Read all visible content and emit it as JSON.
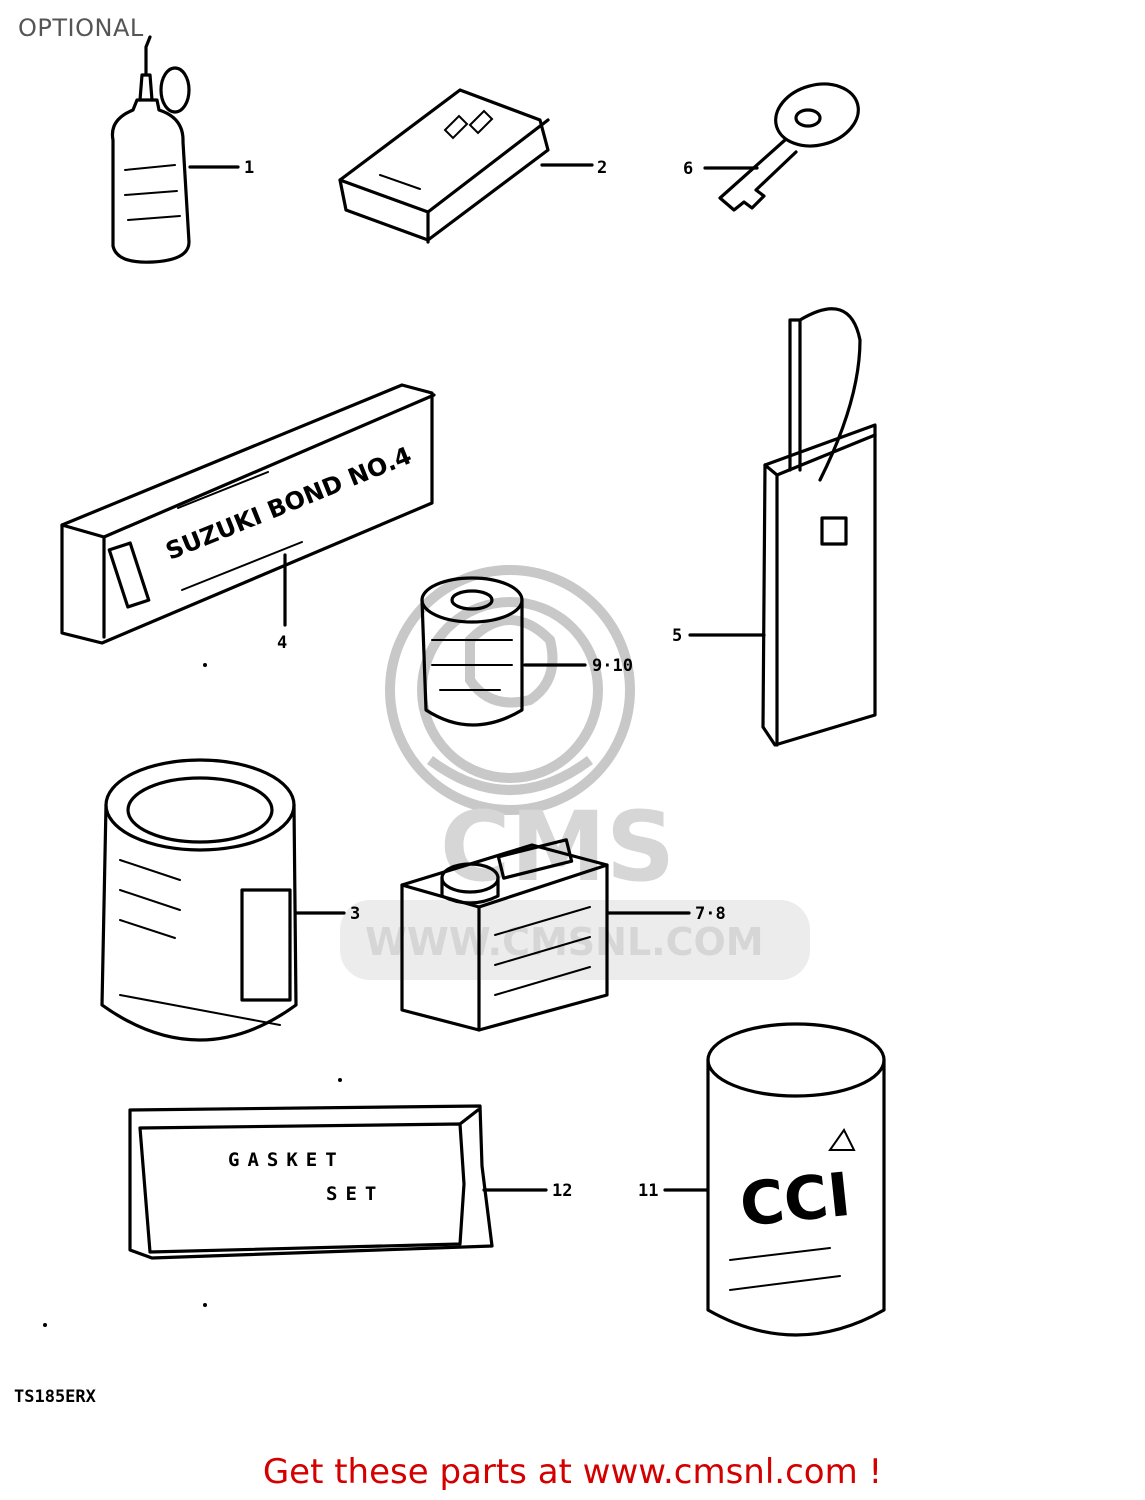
{
  "header": {
    "title": "OPTIONAL"
  },
  "watermark": {
    "logo": "CMS",
    "url": "WWW.CMSNL.COM"
  },
  "parts": [
    {
      "id": "oil-bottle",
      "callout": "1"
    },
    {
      "id": "logo-box",
      "callout": "2"
    },
    {
      "id": "paint-can",
      "callout": "3"
    },
    {
      "id": "bond-box",
      "callout": "4",
      "printed": "SUZUKI BOND NO.4"
    },
    {
      "id": "oiler-can",
      "callout": "5"
    },
    {
      "id": "key",
      "callout": "6"
    },
    {
      "id": "oil-tin",
      "callout": "7·8"
    },
    {
      "id": "small-tin",
      "callout": "9·10"
    },
    {
      "id": "ccl-can",
      "callout": "11",
      "printed": "CCI"
    },
    {
      "id": "gasket-set",
      "callout": "12",
      "printed_line1": "GASKET",
      "printed_line2": "SET"
    }
  ],
  "model_code": "TS185ERX",
  "footer": {
    "text": "Get these parts at www.cmsnl.com !",
    "color": "#d40000"
  }
}
